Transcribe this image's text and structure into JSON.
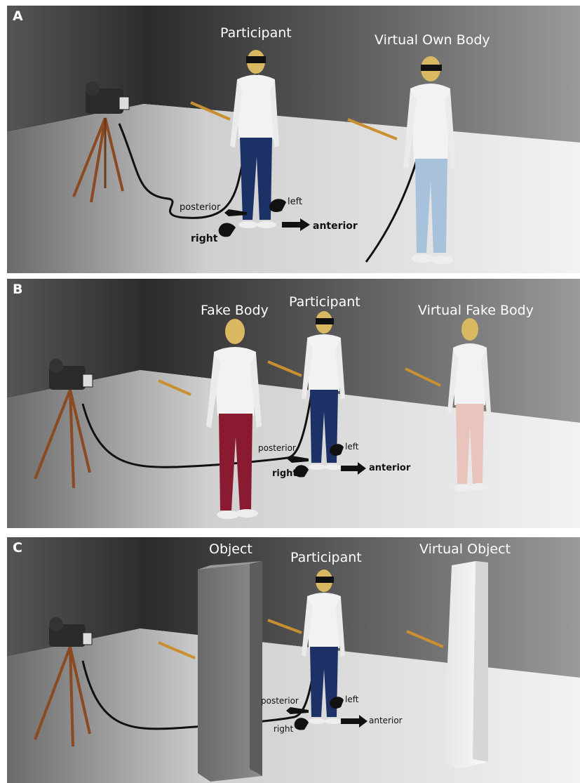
{
  "panels": [
    {
      "letter": "A",
      "labels": {
        "first": "Participant",
        "second": "Virtual Own Body"
      },
      "directions": {
        "posterior": "posterior",
        "left": "left",
        "right": "right",
        "anterior": "anterior"
      }
    },
    {
      "letter": "B",
      "labels": {
        "first": "Fake Body",
        "second": "Participant",
        "third": "Virtual Fake Body"
      },
      "directions": {
        "posterior": "posterior",
        "left": "left",
        "right": "right",
        "anterior": "anterior"
      }
    },
    {
      "letter": "C",
      "labels": {
        "first": "Object",
        "second": "Participant",
        "third": "Virtual Object"
      },
      "directions": {
        "posterior": "posterior",
        "left": "left",
        "right": "right",
        "anterior": "anterior"
      }
    }
  ],
  "colors": {
    "wall_dark": "#3a3a3a",
    "wall_light": "#8a8a8a",
    "floor": "#e8e8e8",
    "shirt": "#f2f2f2",
    "jeans": "#1c3266",
    "virtual_jeans": "#a8c2dc",
    "fake_pants": "#8a1a30",
    "virtual_fake_pants": "#e8c4bc",
    "skin": "#d8b860",
    "tripod": "#8a4a22",
    "object_grey": "#7a7a7a",
    "virtual_object": "#f0f0f0",
    "stick": "#c89030"
  }
}
